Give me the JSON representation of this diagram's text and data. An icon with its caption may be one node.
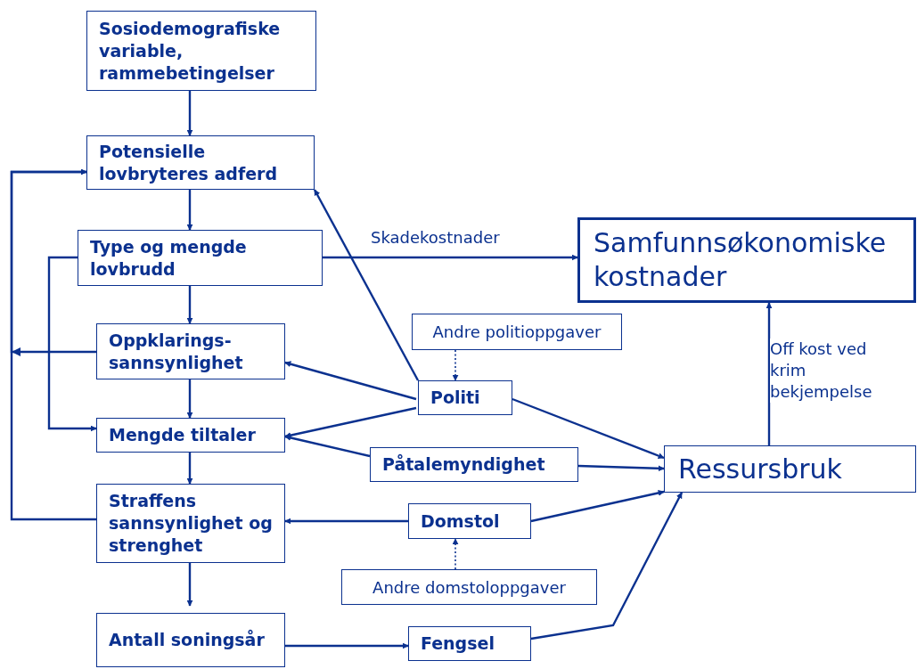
{
  "diagram": {
    "nodes": [
      {
        "text": [
          "Sosiodemografiske variable, rammebetingelser"
        ]
      },
      {
        "text": [
          "Potensielle lovbryteres adferd"
        ]
      },
      {
        "text": [
          "Type og mengde lovbrudd"
        ]
      },
      {
        "text": [
          "Oppklarings- sannsynlighet"
        ]
      },
      {
        "text": [
          "Mengde tiltaler"
        ]
      },
      {
        "text": [
          "Straffens sannsynlighet og strenghet"
        ]
      },
      {
        "text": [
          "Antall soningsår"
        ]
      },
      {
        "text": [
          "Samfunnsøkonomiske kostnader"
        ]
      },
      {
        "text": [
          "Andre politioppgaver"
        ]
      },
      {
        "text": [
          "Politi"
        ]
      },
      {
        "text": [
          "Påtalemyndighet"
        ]
      },
      {
        "text": [
          "Ressursbruk"
        ]
      },
      {
        "text": [
          "Domstol"
        ]
      },
      {
        "text": [
          "Andre domstoloppgaver"
        ]
      },
      {
        "text": [
          "Fengsel"
        ]
      }
    ],
    "edges": [
      {
        "from": 0,
        "to": 1,
        "arrow": "to"
      },
      {
        "from": 1,
        "to": 2,
        "arrow": "to"
      },
      {
        "from": 2,
        "to": 3,
        "arrow": "to"
      },
      {
        "from": 3,
        "to": 4,
        "arrow": "to"
      },
      {
        "from": 4,
        "to": 5,
        "arrow": "to"
      },
      {
        "from": 5,
        "to": 6,
        "arrow": "to"
      },
      {
        "from": 2,
        "to": 7,
        "arrow": "to",
        "label": "Skadekostnader"
      },
      {
        "from": 11,
        "to": 7,
        "arrow": "to",
        "label": "Off kost ved krim bekjempelse"
      },
      {
        "from": 8,
        "to": 9,
        "arrow": "to",
        "style": "dashed"
      },
      {
        "from": 9,
        "to": 1,
        "arrow": "to"
      },
      {
        "from": 9,
        "to": 3,
        "arrow": "to"
      },
      {
        "from": 9,
        "to": 4,
        "arrow": "to"
      },
      {
        "from": 10,
        "to": 4,
        "arrow": "to"
      },
      {
        "from": 9,
        "to": 11,
        "arrow": "to"
      },
      {
        "from": 10,
        "to": 11,
        "arrow": "to"
      },
      {
        "from": 12,
        "to": 5,
        "arrow": "to"
      },
      {
        "from": 12,
        "to": 11,
        "arrow": "to"
      },
      {
        "from": 13,
        "to": 12,
        "arrow": "to",
        "style": "dashed"
      },
      {
        "from": 6,
        "to": 14,
        "arrow": "to"
      },
      {
        "from": 14,
        "to": 11,
        "arrow": "to"
      },
      {
        "from": 2,
        "to": 4,
        "arrow": "to"
      },
      {
        "from": 3,
        "to": 1,
        "arrow": "to"
      },
      {
        "from": 5,
        "to": 1,
        "arrow": "to"
      }
    ]
  }
}
